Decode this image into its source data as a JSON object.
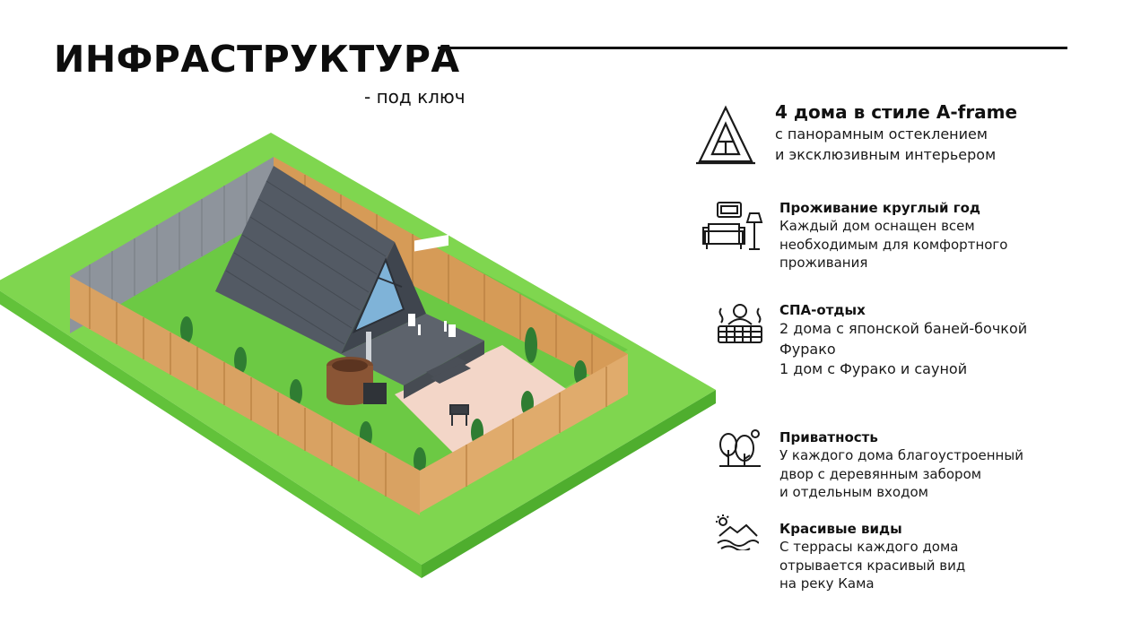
{
  "header": {
    "title": "ИНФРАСТРУКТУРА",
    "subtitle": "- под ключ"
  },
  "features": [
    {
      "icon": "a-frame-house-icon",
      "heading": "4 дома в стиле A-frame",
      "lines": [
        "с панорамным остеклением",
        "и эксклюзивным интерьером"
      ]
    },
    {
      "icon": "sofa-lamp-icon",
      "heading": "Проживание круглый год",
      "lines": [
        "Каждый дом оснащен всем",
        "необходимым для комфортного",
        "проживания"
      ]
    },
    {
      "icon": "spa-barrel-icon",
      "heading": "СПА-отдых",
      "lines": [
        "2 дома с японской баней-бочкой",
        "Фурако",
        "1 дом с Фурако и сауной"
      ]
    },
    {
      "icon": "trees-icon",
      "heading": "Приватность",
      "lines": [
        "У каждого дома благоустроенный",
        "двор с деревянным забором",
        "и отдельным входом"
      ]
    },
    {
      "icon": "river-view-icon",
      "heading": "Красивые виды",
      "lines": [
        "С террасы каждого дома",
        "отрывается красивый вид",
        "на реку Кама"
      ]
    }
  ],
  "colors": {
    "grass": "#7ed957",
    "grass_side": "#5fbf3a",
    "fence": "#d8a160",
    "roof": "#4e5560",
    "paving": "#f2d3c4"
  }
}
